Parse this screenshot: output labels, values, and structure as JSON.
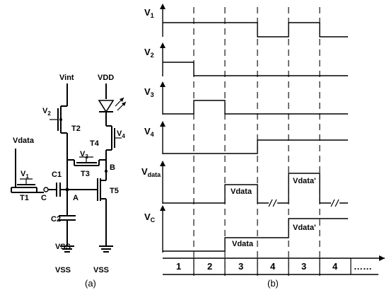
{
  "circuit": {
    "supply_top": "Vint",
    "supply_led": "VDD",
    "data_in": "Vdata",
    "ground_left": "VSS",
    "ground_right": "VSS",
    "transistors": [
      {
        "name": "T1",
        "gate": "V",
        "gate_sub": "1"
      },
      {
        "name": "T2",
        "gate": "V",
        "gate_sub": "2"
      },
      {
        "name": "T3",
        "gate": "V",
        "gate_sub": "3"
      },
      {
        "name": "T4",
        "gate": "V",
        "gate_sub": "4"
      },
      {
        "name": "T5"
      }
    ],
    "capacitors": [
      "C1",
      "C2"
    ],
    "nodes": [
      "A",
      "B",
      "C"
    ],
    "caption": "(a)"
  },
  "timing": {
    "caption": "(b)",
    "rows": [
      {
        "name": "V",
        "sub": "1"
      },
      {
        "name": "V",
        "sub": "2"
      },
      {
        "name": "V",
        "sub": "3"
      },
      {
        "name": "V",
        "sub": "4"
      },
      {
        "name": "V",
        "sub": "data"
      },
      {
        "name": "V",
        "sub": "C"
      }
    ],
    "levels": {
      "v1": [
        1,
        1,
        1,
        0,
        1,
        0
      ],
      "v2": [
        1,
        0,
        0,
        0,
        0,
        0
      ],
      "v3": [
        0,
        1,
        0,
        0,
        0,
        0
      ],
      "v4": [
        0,
        0,
        0,
        1,
        1,
        1
      ]
    },
    "pulse_labels": {
      "vdata_1": "Vdata",
      "vdata_2": "Vdata'",
      "vc_1": "Vdata",
      "vc_2": "Vdata'"
    },
    "phases": [
      "1",
      "2",
      "3",
      "4",
      "3",
      "4",
      "……"
    ]
  }
}
